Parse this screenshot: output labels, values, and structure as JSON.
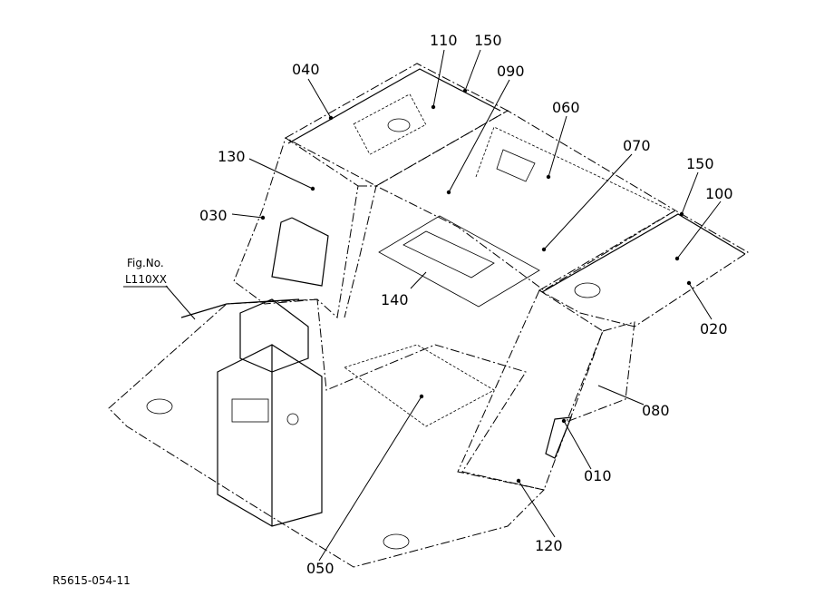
{
  "diagram": {
    "callouts": [
      {
        "id": "c110",
        "label": "110"
      },
      {
        "id": "c150a",
        "label": "150"
      },
      {
        "id": "c040",
        "label": "040"
      },
      {
        "id": "c090",
        "label": "090"
      },
      {
        "id": "c060",
        "label": "060"
      },
      {
        "id": "c070",
        "label": "070"
      },
      {
        "id": "c130",
        "label": "130"
      },
      {
        "id": "c150b",
        "label": "150"
      },
      {
        "id": "c100",
        "label": "100"
      },
      {
        "id": "c030",
        "label": "030"
      },
      {
        "id": "c140",
        "label": "140"
      },
      {
        "id": "c020",
        "label": "020"
      },
      {
        "id": "c080",
        "label": "080"
      },
      {
        "id": "c010",
        "label": "010"
      },
      {
        "id": "c120",
        "label": "120"
      },
      {
        "id": "c050",
        "label": "050"
      }
    ],
    "fig_ref": {
      "line1": "Fig.No.",
      "line2": "L110XX"
    },
    "drawing_code": "R5615-054-11"
  }
}
